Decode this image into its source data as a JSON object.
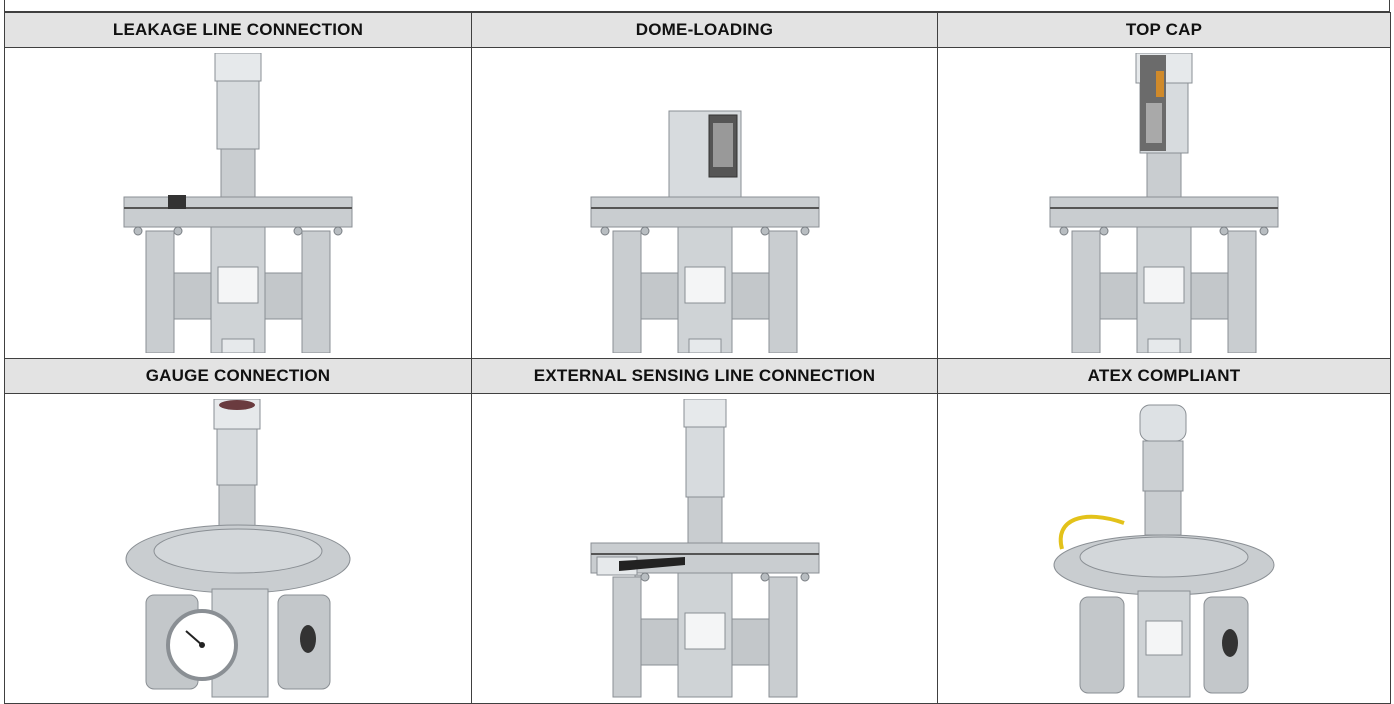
{
  "options": [
    {
      "title": "LEAKAGE LINE CONNECTION",
      "image": "pressure-regulator-leakage-line-connection"
    },
    {
      "title": "DOME-LOADING",
      "image": "pressure-regulator-dome-loading-cutaway"
    },
    {
      "title": "TOP CAP",
      "image": "pressure-regulator-top-cap-cutaway"
    },
    {
      "title": "GAUGE CONNECTION",
      "image": "pressure-regulator-with-pressure-gauge"
    },
    {
      "title": "EXTERNAL SENSING LINE CONNECTION",
      "image": "pressure-regulator-external-sensing-line"
    },
    {
      "title": "ATEX COMPLIANT",
      "image": "pressure-regulator-atex-earthing-cable"
    }
  ],
  "colors": {
    "header_bg": "#e3e3e3",
    "border": "#404040",
    "metal": "#c9cdd0",
    "chrome": "#e8ecef",
    "earth_cable": "#e3c21a"
  }
}
